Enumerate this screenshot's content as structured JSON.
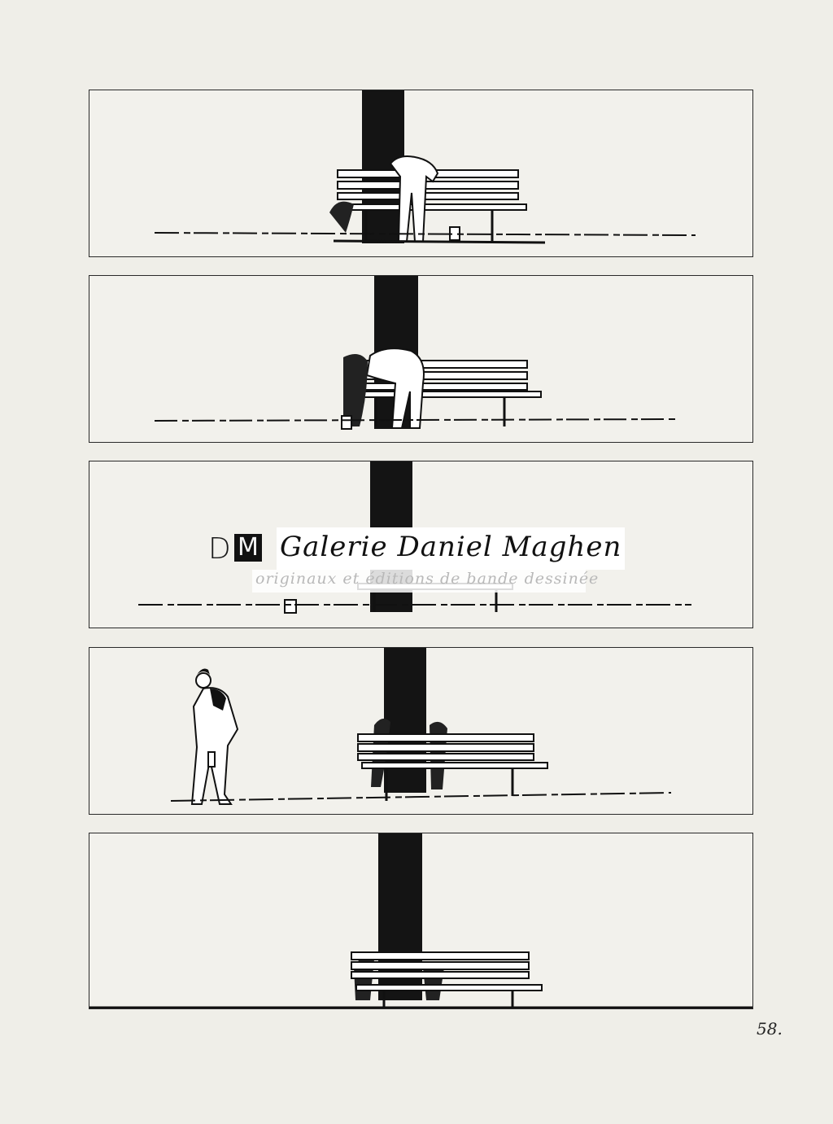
{
  "page": {
    "background_color": "#efeee8",
    "ink_color": "#111111",
    "page_number": "58."
  },
  "watermark": {
    "logo_letters": [
      "D",
      "M"
    ],
    "title": "Galerie Daniel Maghen",
    "subtitle": "originaux et éditions de bande dessinée"
  },
  "panels": [
    {
      "index": 1,
      "scene": "man bending over bench, painting it, paint bucket on ground, tree behind bench"
    },
    {
      "index": 2,
      "scene": "man leaning to paint bench near tree, paint bucket on ground"
    },
    {
      "index": 3,
      "scene": "bench under tree with paint bucket, partly covered by watermark"
    },
    {
      "index": 4,
      "scene": "man walking away to the left carrying bucket, freshly painted bench under tree"
    },
    {
      "index": 5,
      "scene": "empty bench under tree"
    }
  ]
}
